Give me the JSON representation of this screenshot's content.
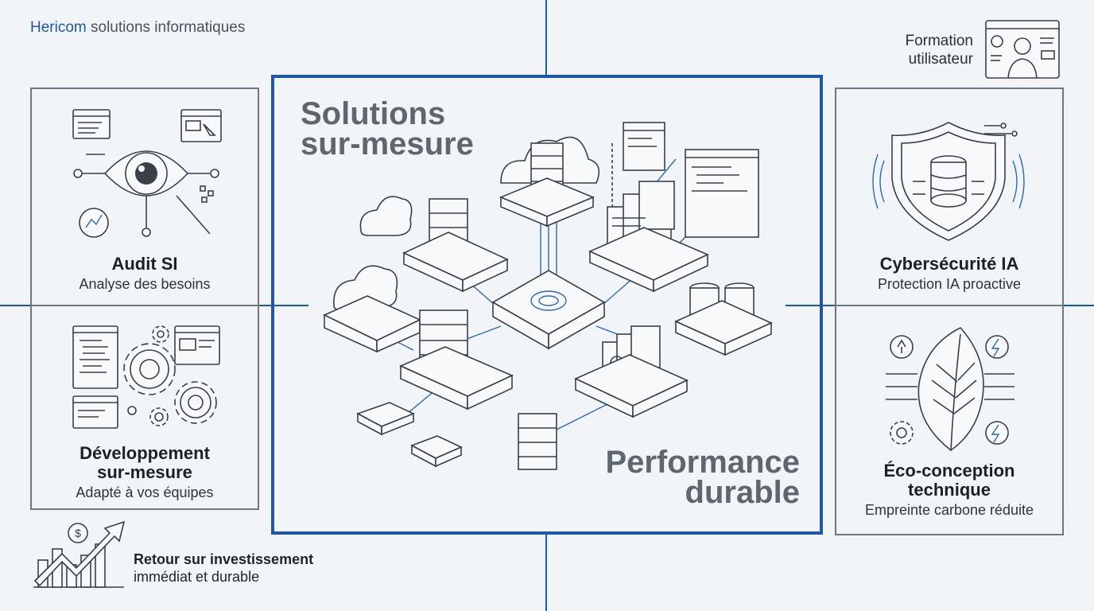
{
  "brand": {
    "name": "Hericom",
    "tagline": "solutions informatiques"
  },
  "colors": {
    "accent": "#1c57aa",
    "panel_border": "#6f7780",
    "background": "#f2f5f8"
  },
  "center": {
    "heading_top_line1": "Solutions",
    "heading_top_line2": "sur-mesure",
    "heading_bottom_line1": "Performance",
    "heading_bottom_line2": "durable"
  },
  "panels": {
    "audit": {
      "title": "Audit SI",
      "subtitle": "Analyse des besoins",
      "icon": "eye-magnifier-icon"
    },
    "dev": {
      "title_line1": "Développement",
      "title_line2": "sur-mesure",
      "subtitle": "Adapté à vos équipes",
      "icon": "gears-code-icon"
    },
    "cyber": {
      "title": "Cybersécurité IA",
      "subtitle": "Protection IA proactive",
      "icon": "shield-database-icon"
    },
    "eco": {
      "title_line1": "Éco-conception",
      "title_line2": "technique",
      "subtitle": "Empreinte carbone réduite",
      "icon": "leaf-circuit-icon"
    }
  },
  "formation": {
    "line1": "Formation",
    "line2": "utilisateur",
    "icon": "user-training-icon"
  },
  "roi": {
    "line1": "Retour sur investissement",
    "line2": "immédiat et durable",
    "icon": "growth-chart-icon"
  }
}
